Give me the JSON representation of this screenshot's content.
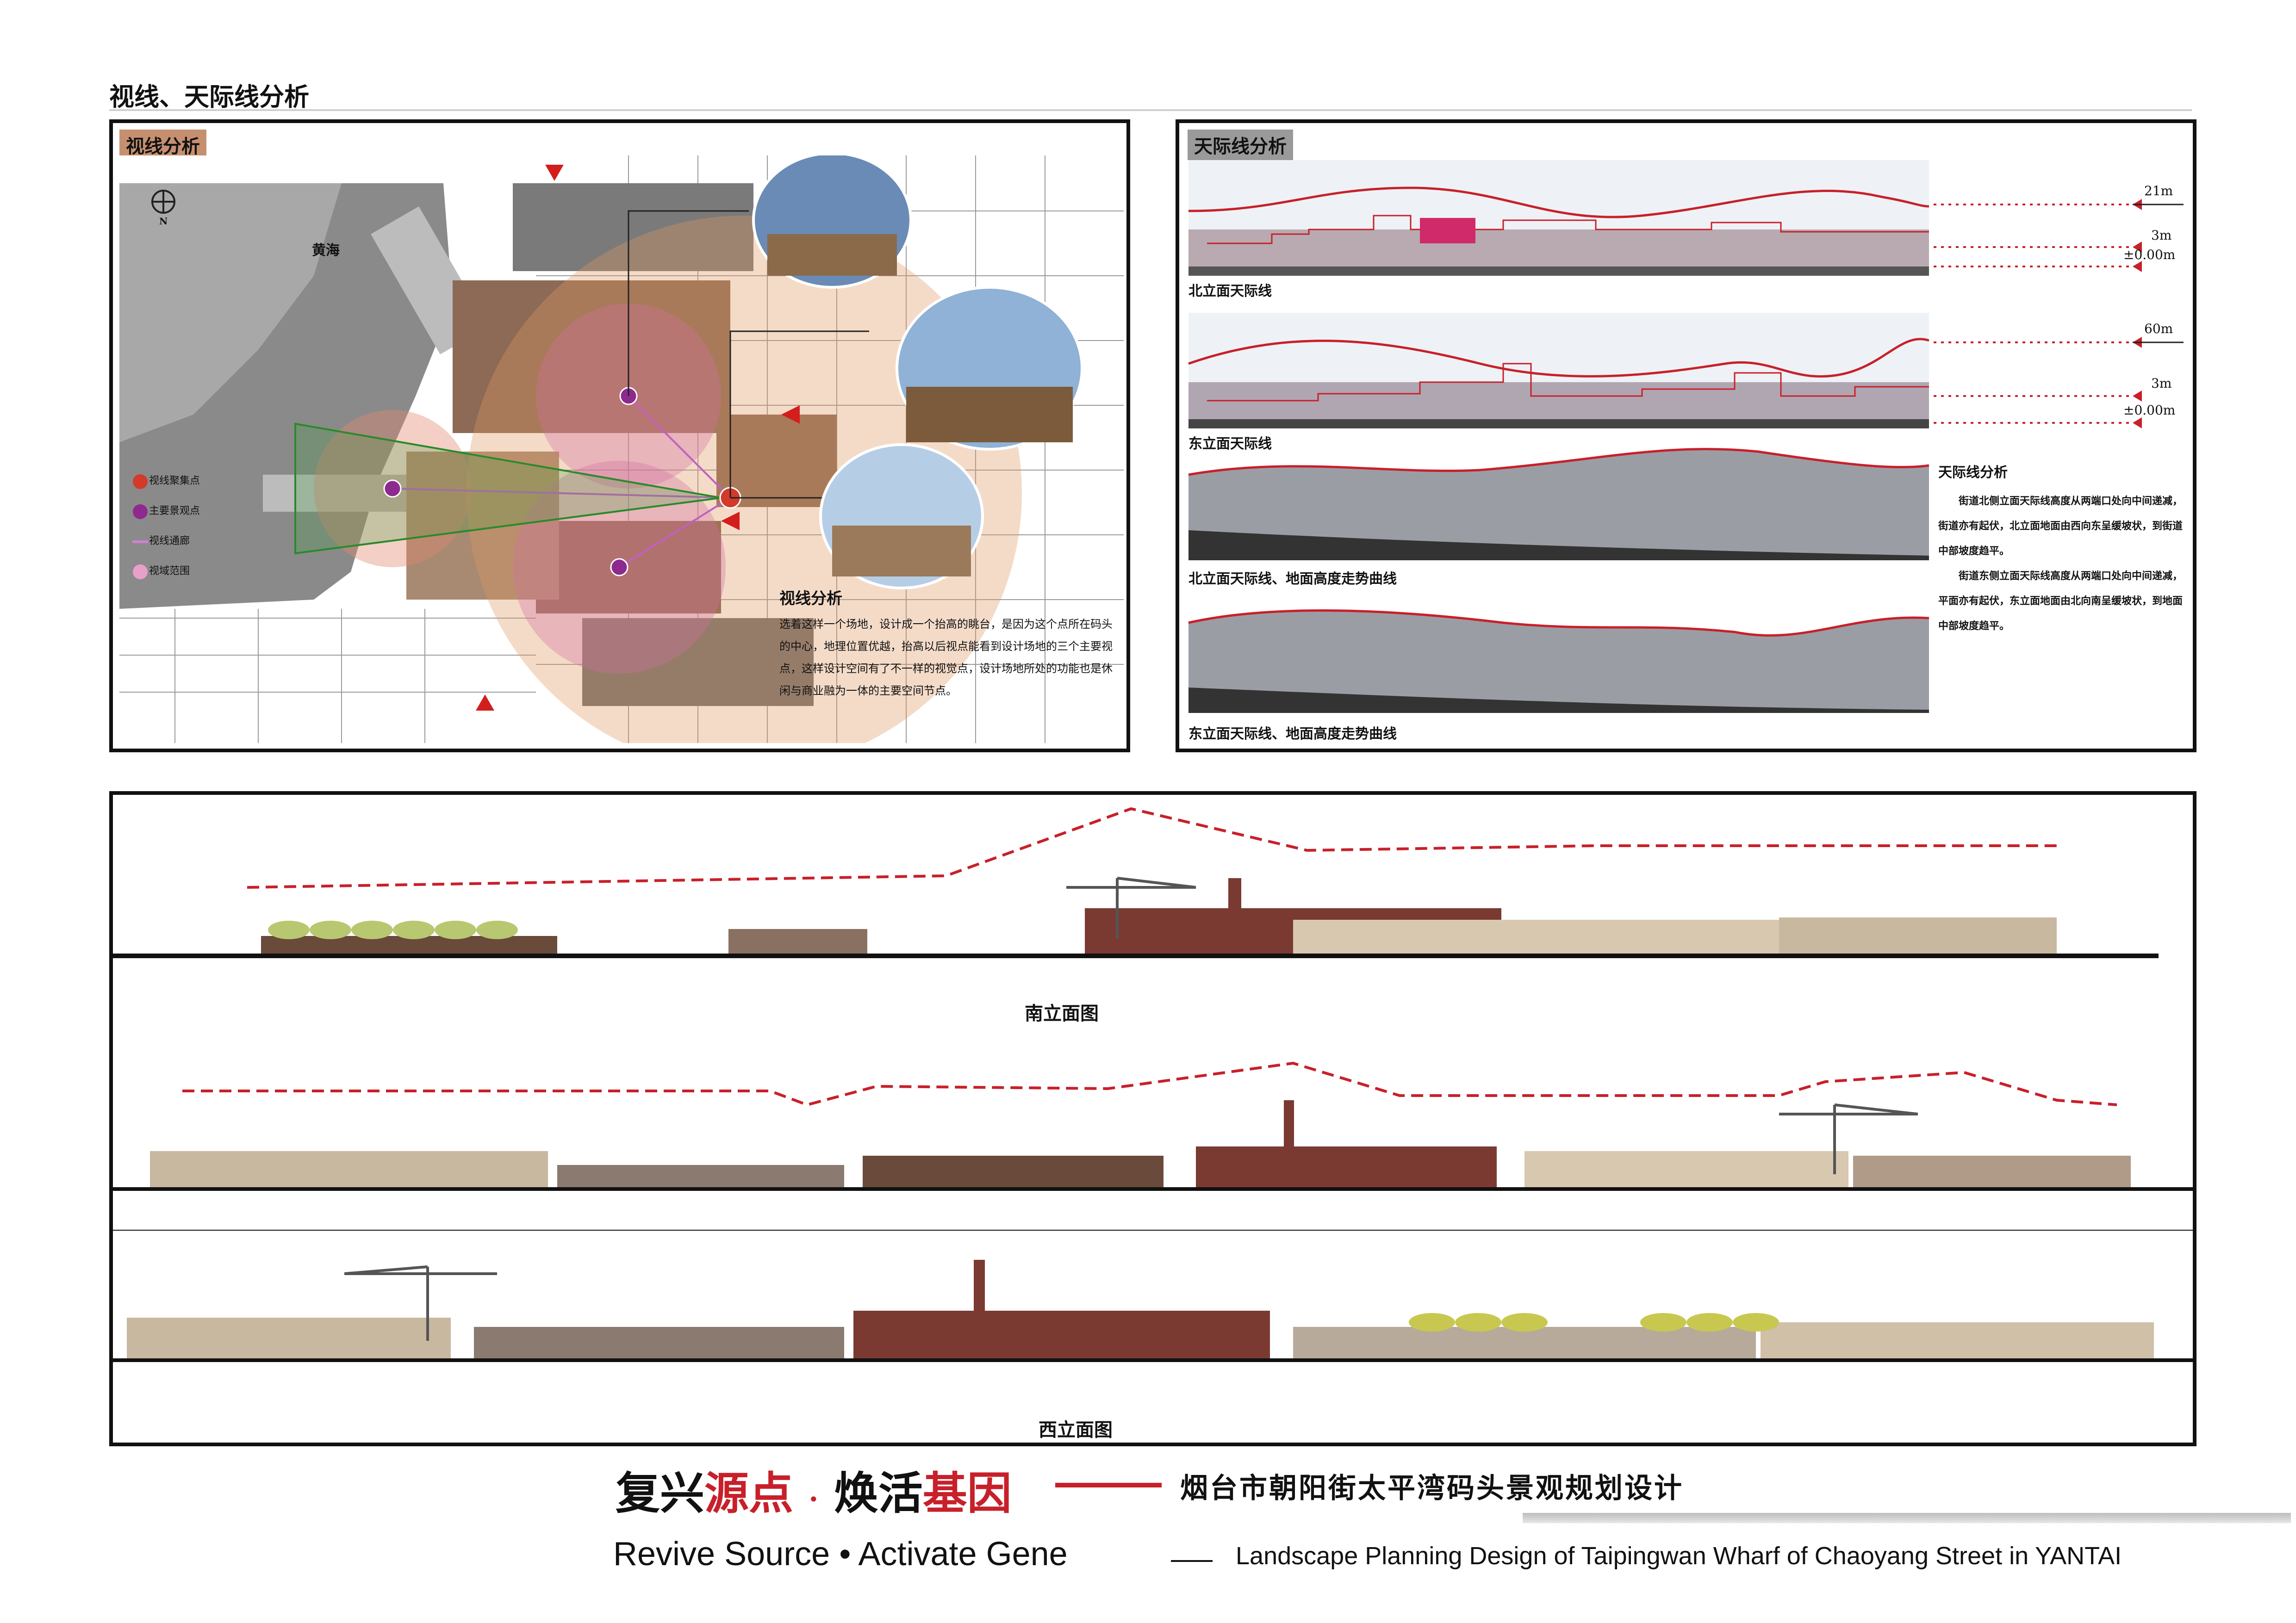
{
  "page": {
    "title": "视线、天际线分析"
  },
  "sightline_panel": {
    "tag": "视线分析",
    "sea_label": "黄海",
    "north_label": "N",
    "legend": [
      {
        "label": "视线聚集点",
        "color": "#d33a2a"
      },
      {
        "label": "主要景观点",
        "color": "#8e2a8e"
      },
      {
        "label": "视线通廊",
        "color": "#d080d0"
      },
      {
        "label": "视域范围",
        "color": "#e8a0c8"
      }
    ],
    "analysis_title": "视线分析",
    "analysis_text": "选着这样一个场地，设计成一个抬高的眺台，是因为这个点所在码头的中心，地理位置优越，抬高以后视点能看到设计场地的三个主要视点，这样设计空间有了不一样的视觉点，设计场地所处的功能也是休闲与商业融为一体的主要空间节点。"
  },
  "skyline_panel": {
    "tag": "天际线分析",
    "north_skyline_label": "北立面天际线",
    "north_levels": [
      "21m",
      "3m",
      "±0.00m"
    ],
    "east_skyline_label": "东立面天际线",
    "east_levels": [
      "60m",
      "3m",
      "±0.00m"
    ],
    "north_curve_label": "北立面天际线、地面高度走势曲线",
    "east_curve_label": "东立面天际线、地面高度走势曲线",
    "note_title": "天际线分析",
    "note_paragraphs": [
      "街道北侧立面天际线高度从两端口处向中间递减，街道亦有起伏，北立面地面由西向东呈缓坡状，到街道中部坡度趋平。",
      "街道东侧立面天际线高度从两端口处向中间递减，平面亦有起伏，东立面地面由北向南呈缓坡状，到地面中部坡度趋平。"
    ]
  },
  "elevation_panel": {
    "south_label": "南立面图",
    "west_label": "西立面图"
  },
  "footer": {
    "cn_title_part1": "复兴",
    "cn_title_part2": "源点",
    "cn_title_dot": "·",
    "cn_title_part3": "焕活",
    "cn_title_part4": "基因",
    "cn_subtitle": "烟台市朝阳街太平湾码头景观规划设计",
    "en_title": "Revive Source • Activate Gene",
    "en_subtitle": "Landscape Planning Design of Taipingwan Wharf of Chaoyang Street in YANTAI",
    "accent_color": "#c8202a"
  }
}
